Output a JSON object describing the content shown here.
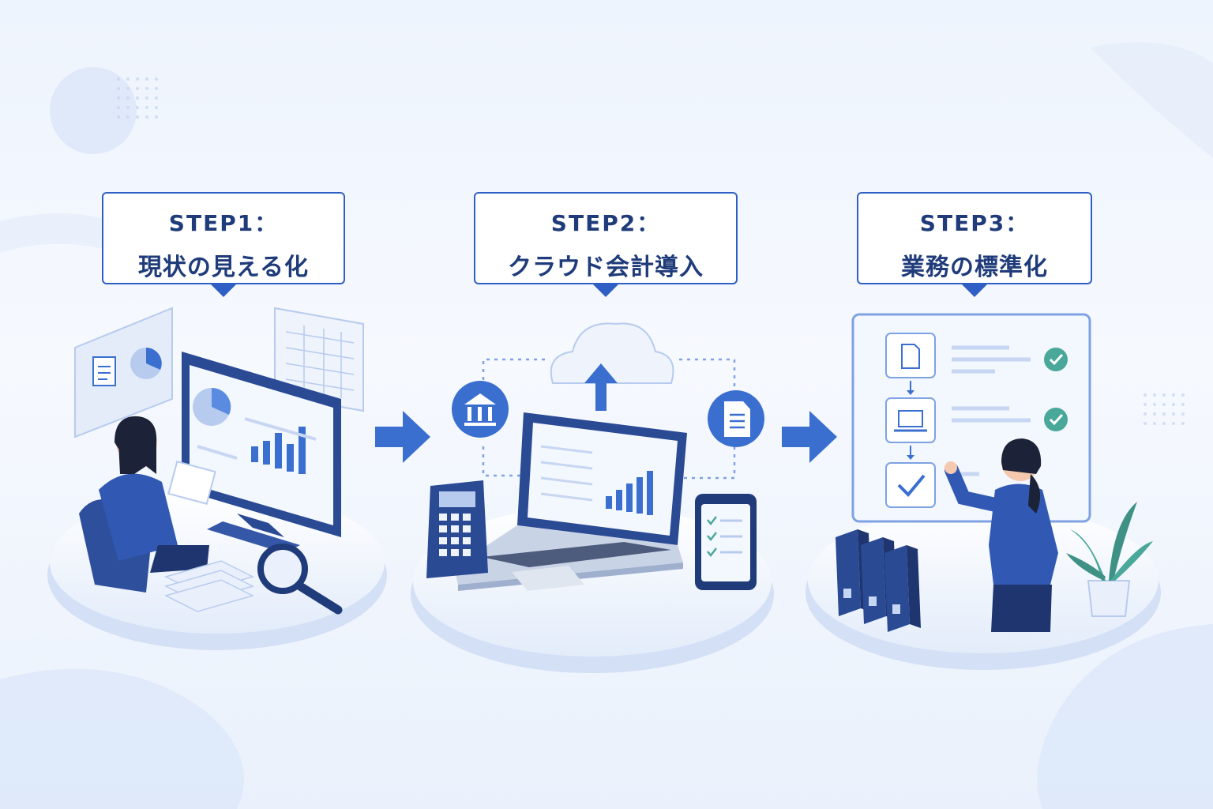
{
  "colors": {
    "primary": "#2f5fc4",
    "dark": "#1f3b7a",
    "accent_green": "#4aa89a",
    "bg": "#eef4fd"
  },
  "steps": [
    {
      "label": "STEP1：",
      "title": "現状の見える化"
    },
    {
      "label": "STEP2：",
      "title": "クラウド会計導入"
    },
    {
      "label": "STEP3：",
      "title": "業務の標準化"
    }
  ],
  "icons": [
    "document-icon",
    "pie-chart-icon",
    "spreadsheet-icon",
    "monitor-icon",
    "bar-chart-icon",
    "magnifier-icon",
    "paper-stack-icon",
    "bank-icon",
    "cloud-upload-icon",
    "laptop-icon",
    "calculator-icon",
    "smartphone-icon",
    "checklist-icon",
    "binder-icon",
    "plant-icon",
    "check-icon",
    "arrow-right-icon"
  ]
}
